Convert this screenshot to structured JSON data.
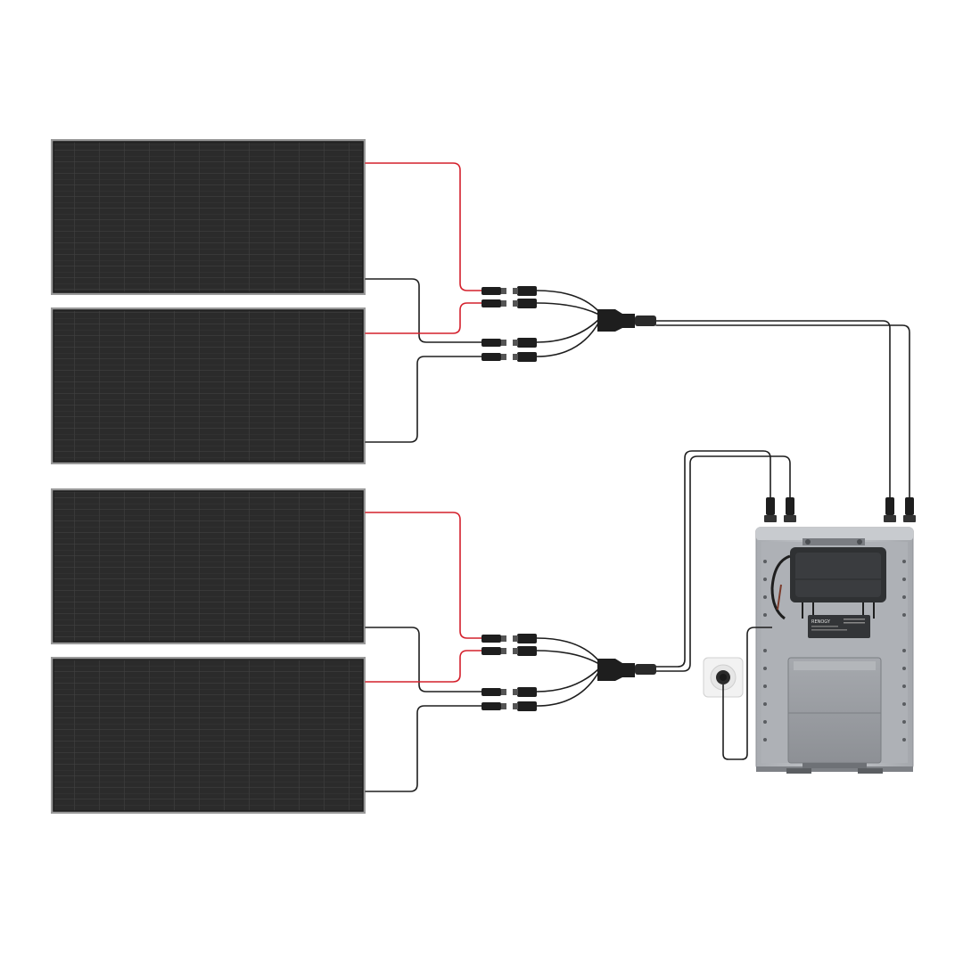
{
  "diagram": {
    "panel_count": 4,
    "panel_groups": [
      {
        "id": "upper",
        "panels": [
          "solar-panel-1",
          "solar-panel-2"
        ]
      },
      {
        "id": "lower",
        "panels": [
          "solar-panel-3",
          "solar-panel-4"
        ]
      }
    ],
    "components": {
      "panel": "solar-panel",
      "connector": "mc4-connector",
      "branch": "y-branch-combiner",
      "station": "balcony-power-station",
      "inverter": "microinverter",
      "battery": "battery-module",
      "socket": "wall-socket",
      "plug": "power-plug"
    },
    "inverter_label": {
      "brand": "RENOGY",
      "model": "",
      "spec": ""
    }
  },
  "colors": {
    "background": "#ffffff",
    "panel_frame": "#9a9a9a",
    "panel_cell": "#2b2b2b",
    "panel_line": "#4a4a4a",
    "cable_positive": "#d4202c",
    "cable_negative": "#1e1e1e",
    "cabinet": "#b9bcc0",
    "cabinet_dark": "#8f9297",
    "inverter": "#2f3133",
    "battery": "#9ea1a6"
  }
}
